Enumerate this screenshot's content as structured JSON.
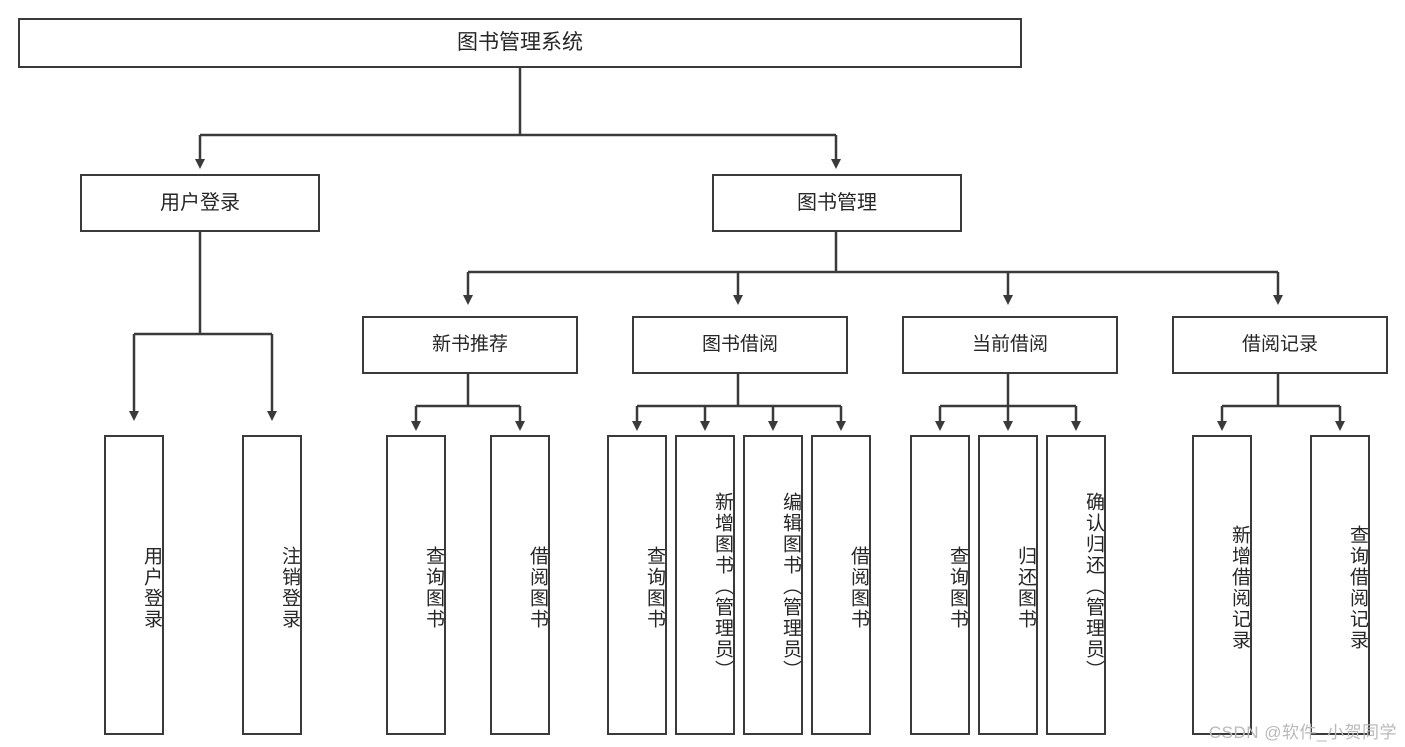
{
  "diagram": {
    "type": "tree",
    "title": "图书管理系统",
    "root": {
      "label": "图书管理系统"
    },
    "level2": [
      {
        "label": "用户登录"
      },
      {
        "label": "图书管理"
      }
    ],
    "level3": [
      {
        "label": "新书推荐"
      },
      {
        "label": "图书借阅"
      },
      {
        "label": "当前借阅"
      },
      {
        "label": "借阅记录"
      }
    ],
    "leaves": {
      "user_login": [
        {
          "label": "用户登录"
        },
        {
          "label": "注销登录"
        }
      ],
      "new_book_recommend": [
        {
          "label": "查询图书"
        },
        {
          "label": "借阅图书"
        }
      ],
      "book_borrow": [
        {
          "label": "查询图书"
        },
        {
          "label": "新增图书（管理员）"
        },
        {
          "label": "编辑图书（管理员）"
        },
        {
          "label": "借阅图书"
        }
      ],
      "current_borrow": [
        {
          "label": "查询图书"
        },
        {
          "label": "归还图书"
        },
        {
          "label": "确认归还（管理员）"
        }
      ],
      "borrow_record": [
        {
          "label": "新增借阅记录"
        },
        {
          "label": "查询借阅记录"
        }
      ]
    }
  },
  "watermark": {
    "text": "CSDN @软件_小贺同学"
  },
  "colors": {
    "border": "#3a3a3a",
    "text": "#262626",
    "background": "#ffffff",
    "watermark": "#b9b9b9"
  }
}
